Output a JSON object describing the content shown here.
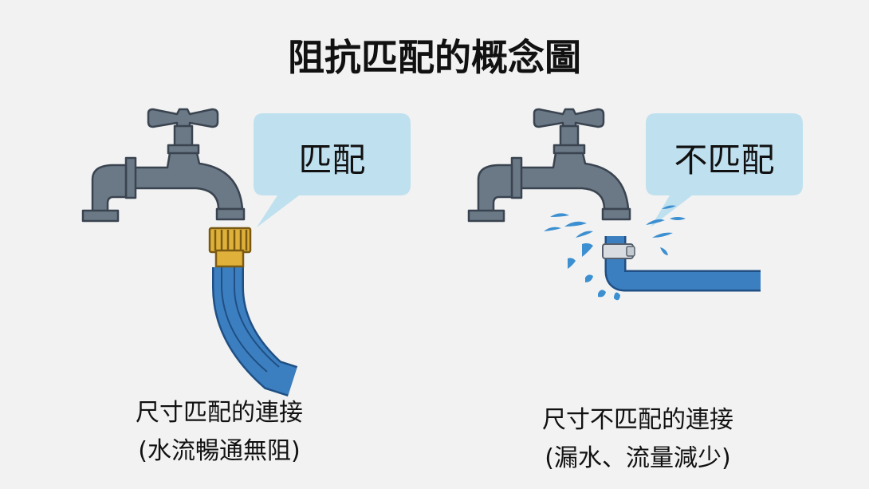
{
  "title": "阻抗匹配的概念圖",
  "left": {
    "bubble": "匹配",
    "caption_line1": "尺寸匹配的連接",
    "caption_line2": "(水流暢通無阻)"
  },
  "right": {
    "bubble": "不匹配",
    "caption_line1": "尺寸不匹配的連接",
    "caption_line2": "(漏水、流量減少)"
  },
  "colors": {
    "faucet": "#6b7886",
    "faucet_outline": "#3a4450",
    "hose": "#3c7fc0",
    "connector": "#e0b13a",
    "bubble": "#bfe0ef",
    "water": "#3c8fd0"
  },
  "icons": [
    "faucet-icon",
    "hose-icon",
    "water-drop-icon"
  ]
}
